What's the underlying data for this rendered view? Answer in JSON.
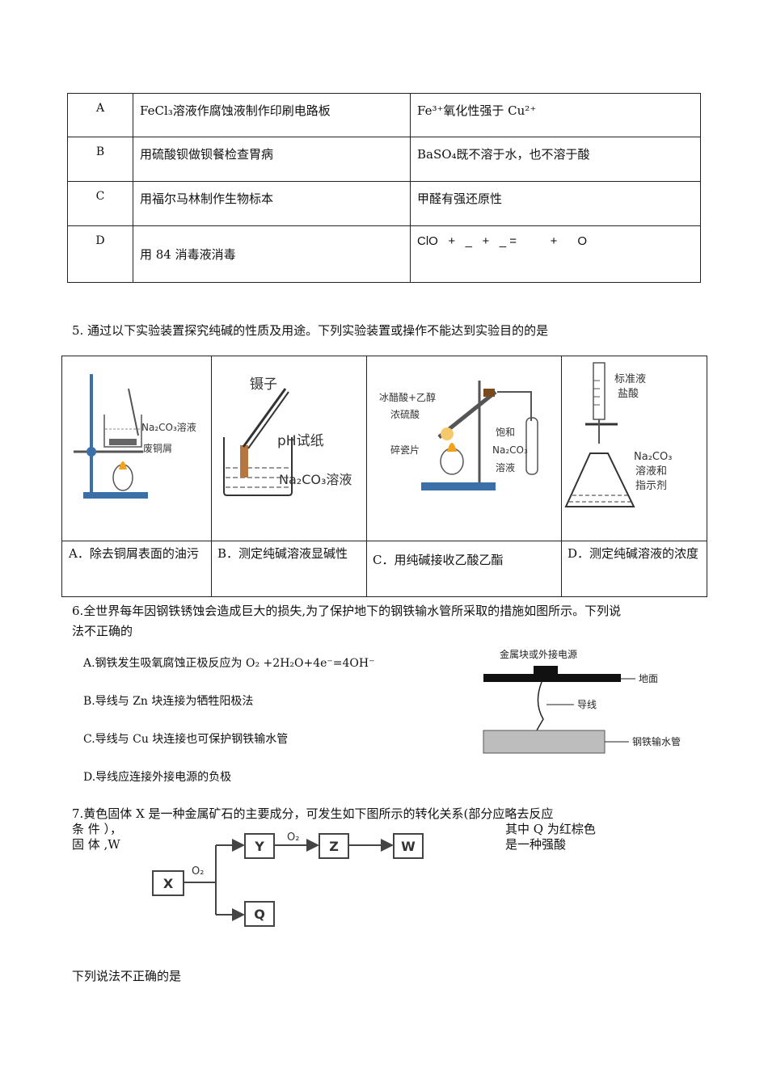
{
  "q4_table": {
    "rows": [
      {
        "label": "A",
        "use": "FeCl₃溶液作腐蚀液制作印刷电路板",
        "reason": "Fe³⁺氧化性强于 Cu²⁺"
      },
      {
        "label": "B",
        "use": "用硫酸钡做钡餐检查胃病",
        "reason": "BaSO₄既不溶于水，也不溶于酸"
      },
      {
        "label": "C",
        "use": "用福尔马林制作生物标本",
        "reason": "甲醛有强还原性"
      },
      {
        "label": "D",
        "use": "用 84 消毒液消毒",
        "reason": "ClO   +   _   +   _ =          +      O"
      }
    ]
  },
  "q5": {
    "stem": "5.  通过以下实验装置探究纯碱的性质及用途。下列实验装置或操作不能达到实验目的的是",
    "figA_labels": [
      "Na₂CO₃溶液",
      "废铜屑"
    ],
    "figB_labels": [
      "镊子",
      "pH试纸",
      "Na₂CO₃溶液"
    ],
    "figC_labels": [
      "冰醋酸+乙醇",
      "浓硫酸",
      "碎瓷片",
      "饱和",
      "Na₂CO₃",
      "溶液"
    ],
    "figD_labels": [
      "标准液",
      "盐酸",
      "Na₂CO₃",
      "溶液和",
      "指示剂"
    ],
    "captions": [
      "A．除去铜屑表面的油污",
      "B．测定纯碱溶液显碱性",
      "C．用纯碱接收乙酸乙酯",
      "D．测定纯碱溶液的浓度"
    ]
  },
  "q6": {
    "stem_line1": "6.全世界每年因钢铁锈蚀会造成巨大的损失,为了保护地下的钢铁输水管所采取的措施如图所示。下列说",
    "stem_line2": "法不正确的",
    "options": [
      "A.钢铁发生吸氧腐蚀正极反应为 O₂ +2H₂O+4e⁻=4OH⁻",
      "B.导线与 Zn 块连接为牺牲阳极法",
      "C.导线与 Cu 块连接也可保护钢铁输水管",
      "D.导线应连接外接电源的负极"
    ],
    "fig_labels": {
      "top": "金属块或外接电源",
      "ground": "地面",
      "wire": "导线",
      "pipe": "钢铁输水管"
    }
  },
  "q7": {
    "stem_line1": "7.黄色固体 X 是一种金属矿石的主要成分，可发生如下图所示的转化关系(部分应略去反应",
    "stem_line2a": "条 件 ），",
    "stem_line2b": "其中  Q 为红棕色",
    "stem_line3a": "固  体  ,W",
    "stem_line3b": "是一种强酸",
    "nodes": {
      "x": "X",
      "y": "Y",
      "z": "Z",
      "w": "W",
      "q": "Q"
    },
    "arrow_labels": {
      "x_to_y": "O₂",
      "y_to_z": "O₂"
    },
    "tail": "下列说法不正确的是"
  }
}
